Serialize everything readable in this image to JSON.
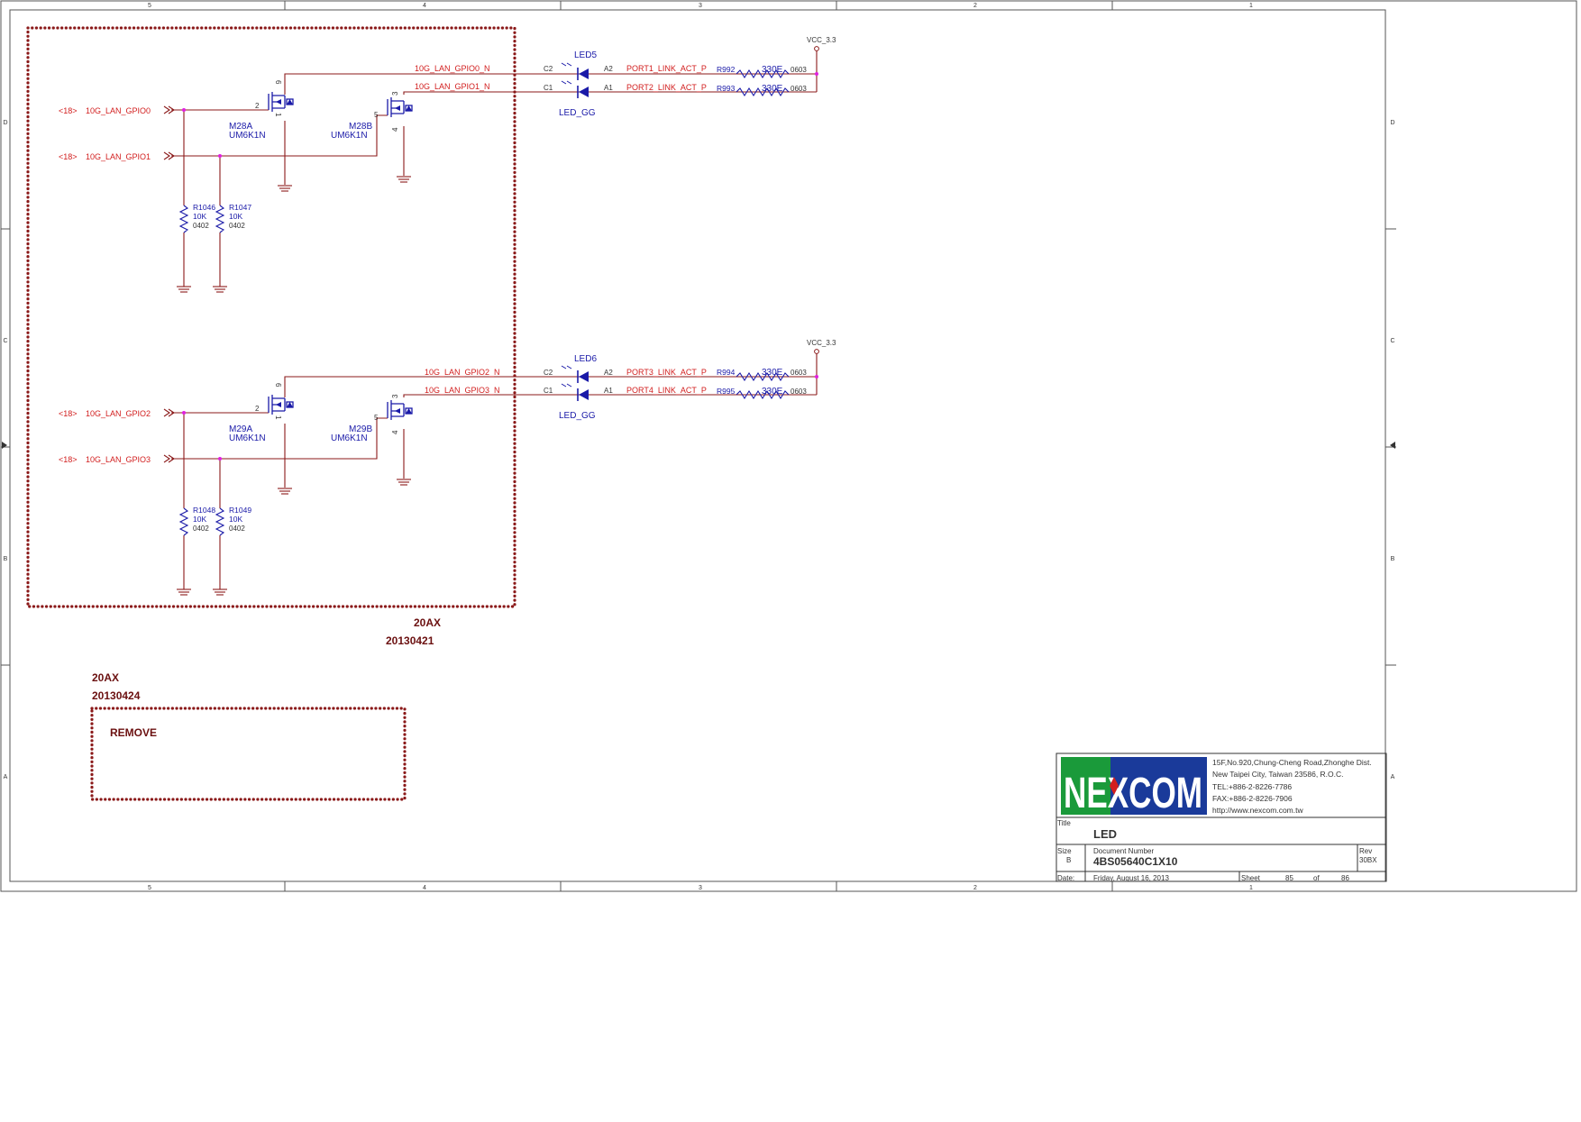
{
  "frame": {
    "columns": [
      "5",
      "4",
      "3",
      "2",
      "1"
    ],
    "rows": [
      "D",
      "C",
      "B",
      "A"
    ]
  },
  "groups": [
    {
      "led": {
        "ref": "LED5",
        "part": "LED_GG"
      },
      "vcc": "VCC_3.3",
      "inputs": [
        {
          "sheet": "<18>",
          "net": "10G_LAN_GPIO0"
        },
        {
          "sheet": "<18>",
          "net": "10G_LAN_GPIO1"
        }
      ],
      "fet_a": {
        "ref": "M28A",
        "part": "UM6K1N"
      },
      "fet_b": {
        "ref": "M28B",
        "part": "UM6K1N"
      },
      "pins_a": {
        "gate": "2",
        "drain": "6",
        "source": "1"
      },
      "pins_b": {
        "gate": "5",
        "drain": "3",
        "source": "4"
      },
      "pulldowns": [
        {
          "ref": "R1046",
          "value": "10K",
          "pkg": "0402"
        },
        {
          "ref": "R1047",
          "value": "10K",
          "pkg": "0402"
        }
      ],
      "channels": [
        {
          "cnet": "10G_LAN_GPIO0_N",
          "cpin": "C2",
          "apin": "A2",
          "anet": "PORT1_LINK_ACT_P",
          "rref": "R992",
          "rval": "330E",
          "rpkg": "0603"
        },
        {
          "cnet": "10G_LAN_GPIO1_N",
          "cpin": "C1",
          "apin": "A1",
          "anet": "PORT2_LINK_ACT_P",
          "rref": "R993",
          "rval": "330E",
          "rpkg": "0603"
        }
      ]
    },
    {
      "led": {
        "ref": "LED6",
        "part": "LED_GG"
      },
      "vcc": "VCC_3.3",
      "inputs": [
        {
          "sheet": "<18>",
          "net": "10G_LAN_GPIO2"
        },
        {
          "sheet": "<18>",
          "net": "10G_LAN_GPIO3"
        }
      ],
      "fet_a": {
        "ref": "M29A",
        "part": "UM6K1N"
      },
      "fet_b": {
        "ref": "M29B",
        "part": "UM6K1N"
      },
      "pins_a": {
        "gate": "2",
        "drain": "6",
        "source": "1"
      },
      "pins_b": {
        "gate": "5",
        "drain": "3",
        "source": "4"
      },
      "pulldowns": [
        {
          "ref": "R1048",
          "value": "10K",
          "pkg": "0402"
        },
        {
          "ref": "R1049",
          "value": "10K",
          "pkg": "0402"
        }
      ],
      "channels": [
        {
          "cnet": "10G_LAN_GPIO2_N",
          "cpin": "C2",
          "apin": "A2",
          "anet": "PORT3_LINK_ACT_P",
          "rref": "R994",
          "rval": "330E",
          "rpkg": "0603"
        },
        {
          "cnet": "10G_LAN_GPIO3_N",
          "cpin": "C1",
          "apin": "A1",
          "anet": "PORT4_LINK_ACT_P",
          "rref": "R995",
          "rval": "330E",
          "rpkg": "0603"
        }
      ]
    }
  ],
  "annotations": {
    "change_box": {
      "line1": "20AX",
      "line2": "20130421"
    },
    "remove_box": {
      "line1": "20AX",
      "line2": "20130424",
      "label": "REMOVE"
    }
  },
  "title_block": {
    "logo_text": "NEXCOM",
    "colors": {
      "logo_bg": "#1a3a9a",
      "logo_green": "#1a9a3a",
      "logo_red": "#d21e1e"
    },
    "address": [
      "15F,No.920,Chung-Cheng Road,Zhonghe Dist.",
      "New Taipei City, Taiwan 23586, R.O.C.",
      "TEL:+886-2-8226-7786",
      "FAX:+886-2-8226-7906",
      "http://www.nexcom.com.tw"
    ],
    "title_label": "Title",
    "title": "LED",
    "size_label": "Size",
    "size": "B",
    "docnum_label": "Document Number",
    "docnum": "4BS05640C1X10",
    "rev_label": "Rev",
    "rev": "30BX",
    "date_label": "Date:",
    "date": "Friday, August 16, 2013",
    "sheet_label": "Sheet",
    "sheet": "85",
    "of_label": "of",
    "total": "86"
  }
}
